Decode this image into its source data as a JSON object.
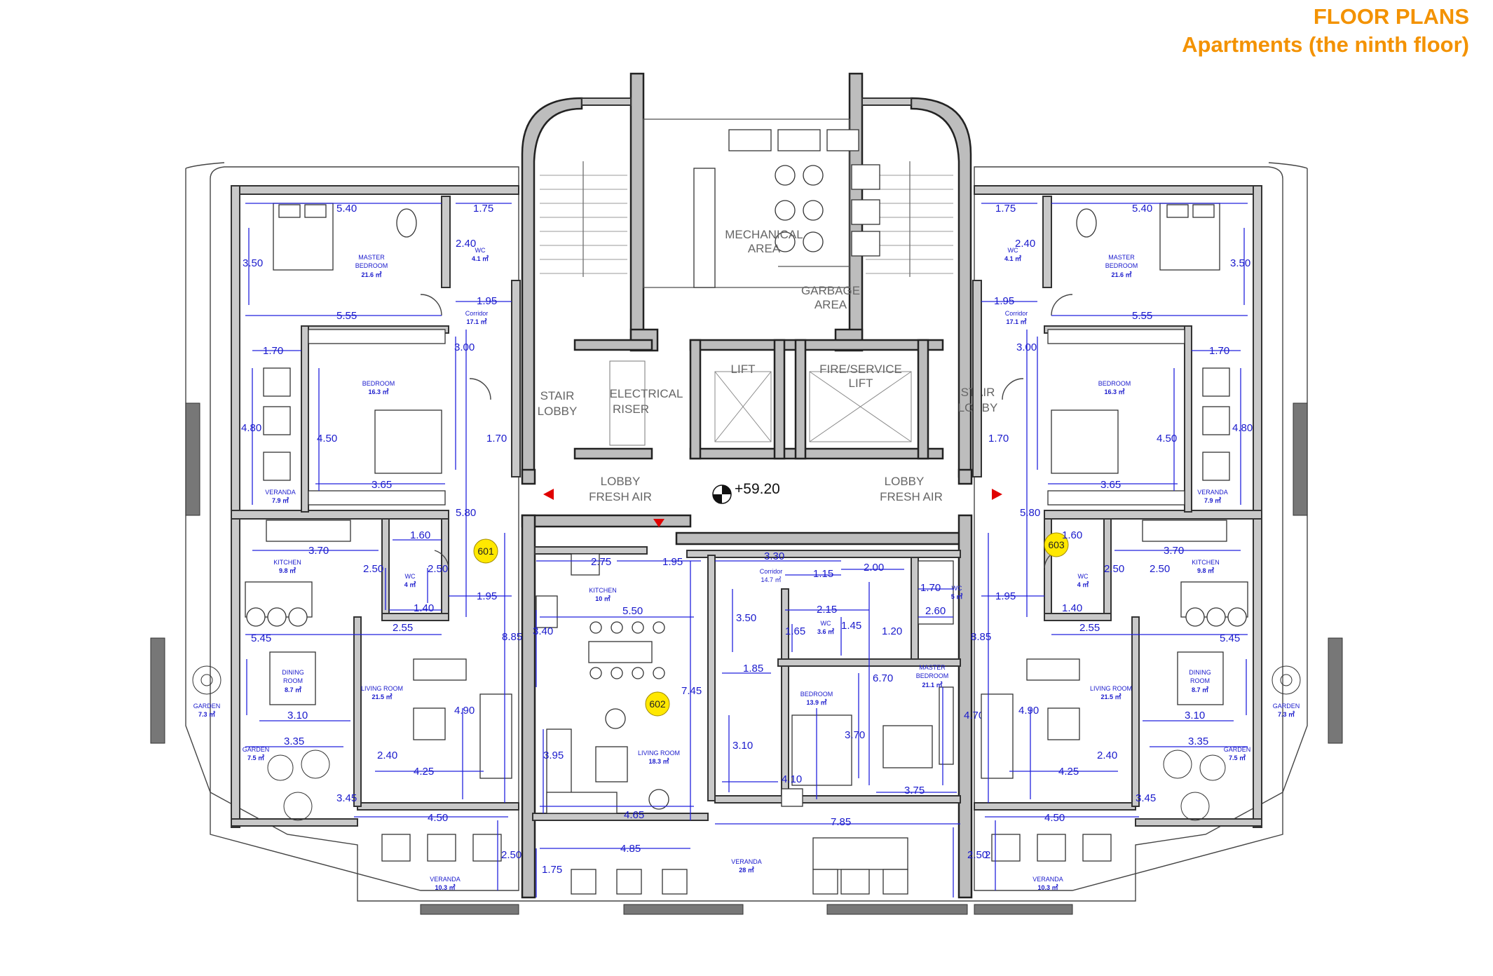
{
  "header": {
    "title": "FLOOR PLANS",
    "subtitle": "Apartments (the ninth floor)"
  },
  "colors": {
    "header": "#f39200",
    "dimension": "#1a1acc",
    "tag_fill": "#ffe800",
    "arrow": "#e00000",
    "wall": "#c9c9c9"
  },
  "core": {
    "mechanical_area": [
      "MECHANICAL",
      "AREA"
    ],
    "garbage_area": [
      "GARBAGE",
      "AREA"
    ],
    "stair_lobby": [
      "STAIR",
      "LOBBY"
    ],
    "electrical_riser": [
      "ELECTRICAL",
      "RISER"
    ],
    "lift": "LIFT",
    "fire_service_lift": [
      "FIRE/SERVICE",
      "LIFT"
    ],
    "lobby_fresh_air": [
      "LOBBY",
      "FRESH AIR"
    ],
    "elevation": "+59.20"
  },
  "apartments": {
    "a601": {
      "tag": "601",
      "master_bedroom": {
        "name": [
          "MASTER",
          "BEDROOM"
        ],
        "area": "21.6 ㎡"
      },
      "wc1": {
        "name": "WC",
        "area": "4.1 ㎡"
      },
      "corridor": {
        "name": "Corridor",
        "area": "17.1 ㎡"
      },
      "bedroom": {
        "name": "BEDROOM",
        "area": "16.3 ㎡"
      },
      "veranda_side": {
        "name": "VERANDA",
        "area": "7.9 ㎡"
      },
      "kitchen": {
        "name": "KITCHEN",
        "area": "9.8 ㎡"
      },
      "wc2": {
        "name": "WC",
        "area": "4 ㎡"
      },
      "dining": {
        "name": [
          "DINING",
          "ROOM"
        ],
        "area": "8.7 ㎡"
      },
      "living": {
        "name": "LIVING ROOM",
        "area": "21.5 ㎡"
      },
      "garden1": {
        "name": "GARDEN",
        "area": "7.3 ㎡"
      },
      "garden2": {
        "name": "GARDEN",
        "area": "7.5 ㎡"
      },
      "veranda_front": {
        "name": "VERANDA",
        "area": "10.3 ㎡"
      },
      "dims": {
        "d540": "5.40",
        "d175": "1.75",
        "d240": "2.40",
        "d350": "3.50",
        "d195a": "1.95",
        "d555": "5.55",
        "d170": "1.70",
        "d300": "3.00",
        "d480": "4.80",
        "d450": "4.50",
        "d170b": "1.70",
        "d365": "3.65",
        "d580": "5.80",
        "d160": "1.60",
        "d370": "3.70",
        "d250a": "2.50",
        "d250b": "2.50",
        "d140": "1.40",
        "d195b": "1.95",
        "d255": "2.55",
        "d545": "5.45",
        "d885": "8.85",
        "d310": "3.10",
        "d490": "4.90",
        "d335": "3.35",
        "d240b": "2.40",
        "d425": "4.25",
        "d345": "3.45",
        "d450b": "4.50",
        "d250c": "2.50"
      }
    },
    "a602": {
      "tag": "602",
      "kitchen": {
        "name": "KITCHEN",
        "area": "10 ㎡"
      },
      "corridor": {
        "name": "Corridor",
        "area": "14.7 ㎡"
      },
      "wc1": {
        "name": "WC",
        "area": "3.6 ㎡"
      },
      "wc2": {
        "name": "WC",
        "area": "5 ㎡"
      },
      "bedroom": {
        "name": "BEDROOM",
        "area": "13.9 ㎡"
      },
      "master_bedroom": {
        "name": [
          "MASTER",
          "BEDROOM"
        ],
        "area": "21.1 ㎡"
      },
      "living": {
        "name": "LIVING ROOM",
        "area": "18.3 ㎡"
      },
      "veranda": {
        "name": "VERANDA",
        "area": "28 ㎡"
      },
      "dims": {
        "d275": "2.75",
        "d195": "1.95",
        "d330": "3.30",
        "d200": "2.00",
        "d115": "1.15",
        "d170": "1.70",
        "d550": "5.50",
        "d350": "3.50",
        "d215": "2.15",
        "d260": "2.60",
        "d340": "3.40",
        "d165": "1.65",
        "d145": "1.45",
        "d120": "1.20",
        "d185": "1.85",
        "d745": "7.45",
        "d670": "6.70",
        "d470": "4.70",
        "d395": "3.95",
        "d310": "3.10",
        "d370": "3.70",
        "d410": "4.10",
        "d375": "3.75",
        "d465": "4.65",
        "d785": "7.85",
        "d485": "4.85",
        "d175": "1.75",
        "d250": "2.50"
      }
    },
    "a603": {
      "tag": "603",
      "master_bedroom": {
        "name": [
          "MASTER",
          "BEDROOM"
        ],
        "area": "21.6 ㎡"
      },
      "wc1": {
        "name": "WC",
        "area": "4.1 ㎡"
      },
      "corridor": {
        "name": "Corridor",
        "area": "17.1 ㎡"
      },
      "bedroom": {
        "name": "BEDROOM",
        "area": "16.3 ㎡"
      },
      "veranda_side": {
        "name": "VERANDA",
        "area": "7.9 ㎡"
      },
      "kitchen": {
        "name": "KITCHEN",
        "area": "9.8 ㎡"
      },
      "wc2": {
        "name": "WC",
        "area": "4 ㎡"
      },
      "dining": {
        "name": [
          "DINING",
          "ROOM"
        ],
        "area": "8.7 ㎡"
      },
      "living": {
        "name": "LIVING ROOM",
        "area": "21.5 ㎡"
      },
      "garden1": {
        "name": "GARDEN",
        "area": "7.3 ㎡"
      },
      "garden2": {
        "name": "GARDEN",
        "area": "7.5 ㎡"
      },
      "veranda_front": {
        "name": "VERANDA",
        "area": "10.3 ㎡"
      },
      "dims": {
        "d540": "5.40",
        "d175": "1.75",
        "d240": "2.40",
        "d350": "3.50",
        "d195a": "1.95",
        "d555": "5.55",
        "d170": "1.70",
        "d300": "3.00",
        "d480": "4.80",
        "d450": "4.50",
        "d170b": "1.70",
        "d365": "3.65",
        "d580": "5.80",
        "d160": "1.60",
        "d370": "3.70",
        "d250a": "2.50",
        "d250b": "2.50",
        "d140": "1.40",
        "d195b": "1.95",
        "d255": "2.55",
        "d545": "5.45",
        "d885": "8.85",
        "d310": "3.10",
        "d490": "4.90",
        "d335": "3.35",
        "d240b": "2.40",
        "d425": "4.25",
        "d345": "3.45",
        "d450b": "4.50",
        "d250c": "2.50"
      }
    }
  }
}
